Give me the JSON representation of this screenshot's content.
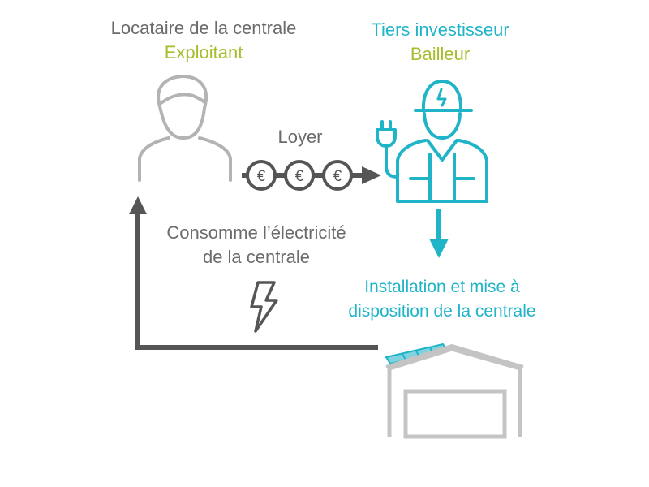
{
  "tenant": {
    "line1": "Locataire de la centrale",
    "line2": "Exploitant"
  },
  "investor": {
    "line1": "Tiers investisseur",
    "line2": "Bailleur"
  },
  "rent": {
    "label": "Loyer",
    "coin_symbol": "€"
  },
  "consume": {
    "line1": "Consomme l’électricité",
    "line2": "de la centrale"
  },
  "install": {
    "line1": "Installation et mise à",
    "line2": "disposition de la centrale"
  },
  "colors": {
    "gray_text": "#6b6b6b",
    "gray_icon": "#b3b3b3",
    "dark_arrow": "#555555",
    "green": "#a6bd2c",
    "teal": "#1fb4c8"
  },
  "icons": {
    "tenant": "person-outline-icon",
    "investor": "worker-hardhat-icon",
    "plug": "plug-icon",
    "coin": "euro-coin-icon",
    "lightning": "lightning-bolt-icon",
    "building": "warehouse-solar-icon"
  }
}
